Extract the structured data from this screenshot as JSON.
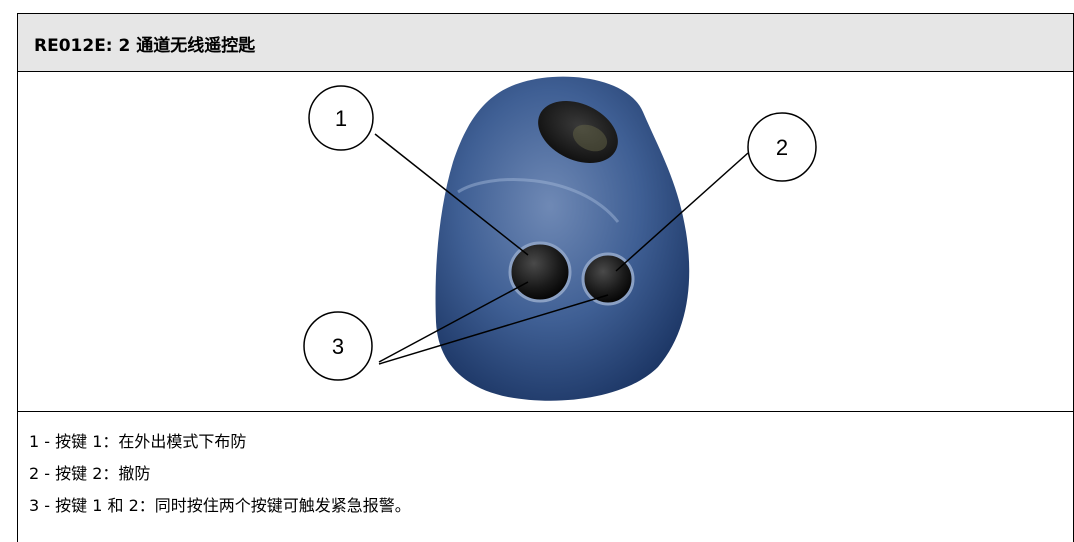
{
  "header": {
    "title": "RE012E: 2 通道无线遥控匙"
  },
  "figure": {
    "subject": "remote-key-fob",
    "callouts": [
      "1",
      "2",
      "3"
    ]
  },
  "legend": {
    "items": [
      "1 - 按键 1：在外出模式下布防",
      "2 - 按键 2：撤防",
      "3 - 按键 1 和 2：同时按住两个按键可触发紧急报警。"
    ]
  }
}
